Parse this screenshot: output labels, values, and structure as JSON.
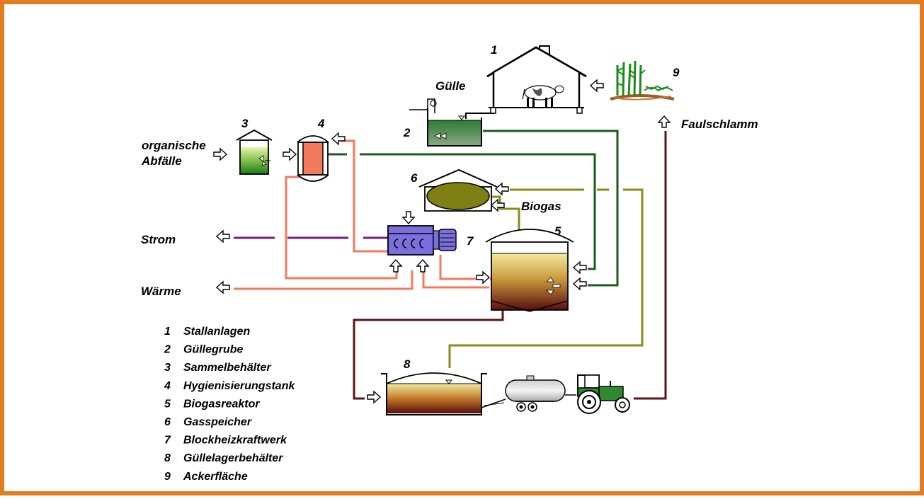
{
  "colors": {
    "frame": "#e27c1f",
    "green_pipe": "#1c5a1c",
    "salmon_pipe": "#f47a5e",
    "olive_pipe": "#8a8a1a",
    "purple_line": "#7a1f7a",
    "brown_pipe": "#5a1414",
    "engine_blue": "#7b6fe0",
    "storage_olive": "#7f7f14"
  },
  "numbers": {
    "n1": "1",
    "n2": "2",
    "n3": "3",
    "n4": "4",
    "n5": "5",
    "n6": "6",
    "n7": "7",
    "n8": "8",
    "n9": "9"
  },
  "labels": {
    "guelle": "Gülle",
    "organische": "organische",
    "abfaelle": "Abfälle",
    "biogas": "Biogas",
    "strom": "Strom",
    "waerme": "Wärme",
    "faulschlamm": "Faulschlamm"
  },
  "legend": [
    {
      "num": "1",
      "text": "Stallanlagen"
    },
    {
      "num": "2",
      "text": "Güllegrube"
    },
    {
      "num": "3",
      "text": "Sammelbehälter"
    },
    {
      "num": "4",
      "text": "Hygienisierungstank"
    },
    {
      "num": "5",
      "text": "Biogasreaktor"
    },
    {
      "num": "6",
      "text": "Gasspeicher"
    },
    {
      "num": "7",
      "text": "Blockheizkraftwerk"
    },
    {
      "num": "8",
      "text": "Güllelagerbehälter"
    },
    {
      "num": "9",
      "text": "Ackerfläche"
    }
  ]
}
